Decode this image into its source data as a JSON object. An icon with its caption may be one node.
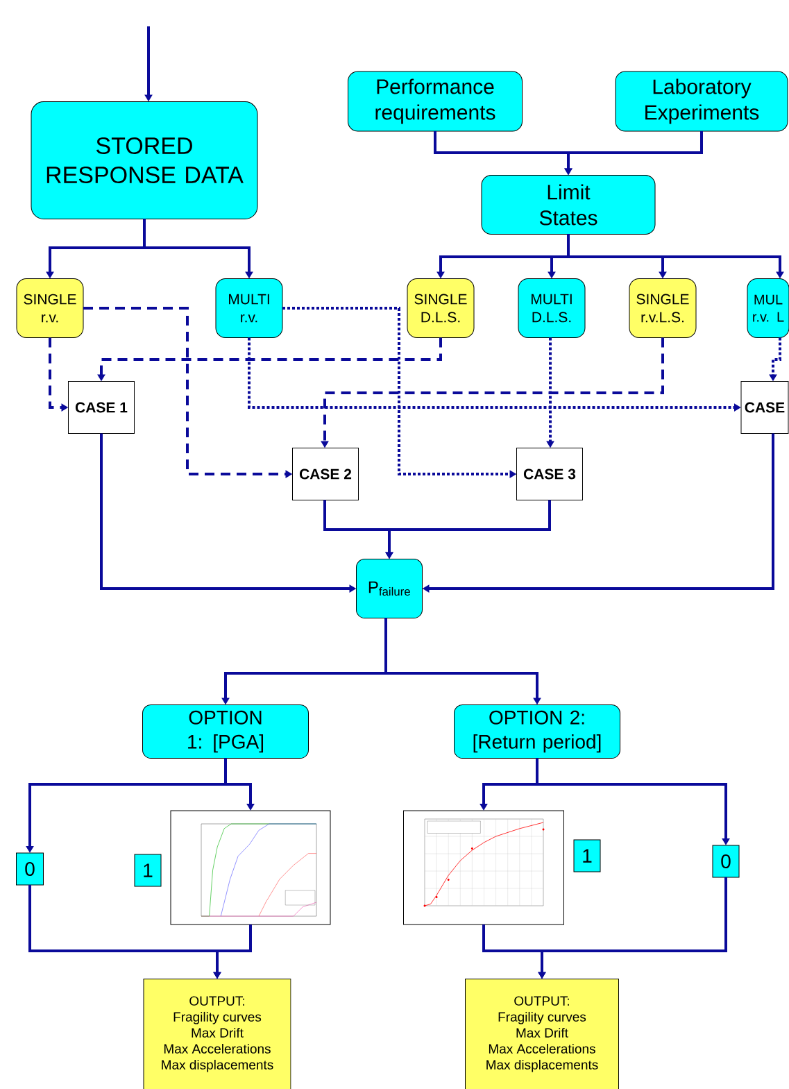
{
  "diagram": {
    "nodes": [
      {
        "text": [
          "STORED RESPONSE DATA"
        ]
      },
      {
        "text": [
          "Performance requirements"
        ]
      },
      {
        "text": [
          "Laboratory Experiments"
        ]
      },
      {
        "text": [
          "Limit States"
        ]
      },
      {
        "text": [
          "SINGLE r.v."
        ]
      },
      {
        "text": [
          "MULTI r.v."
        ]
      },
      {
        "text": [
          "SINGLE D.L.S."
        ]
      },
      {
        "text": [
          "MULTI D.L.S."
        ]
      },
      {
        "text": [
          "SINGLE r.v.L.S."
        ]
      },
      {
        "text": [
          "MUL r.v. L"
        ]
      },
      {
        "text": [
          "CASE 1"
        ]
      },
      {
        "text": [
          "CASE 2"
        ]
      },
      {
        "text": [
          "CASE 3"
        ]
      },
      {
        "text": [
          "CASE"
        ]
      },
      {
        "text": [
          "P$_{failure}$"
        ]
      },
      {
        "text": [
          "OPTION 1: [PGA]"
        ]
      },
      {
        "text": [
          "OPTION 2: [Return period]"
        ]
      },
      {
        "text": [
          "0"
        ]
      },
      {
        "text": [],
        "shape": "picture"
      },
      {
        "text": [
          "1"
        ]
      },
      {
        "text": [],
        "shape": "picture"
      },
      {
        "text": [
          "1"
        ]
      },
      {
        "text": [
          "0"
        ]
      },
      {
        "text": [
          "OUTPUT:",
          "Fragility curves",
          "Max Drift",
          "Max Accelerations",
          "Max displacements"
        ]
      },
      {
        "text": [
          "OUTPUT:",
          "Fragility curves",
          "Max Drift",
          "Max Accelerations",
          "Max displacements"
        ]
      }
    ],
    "edges": [
      {
        "from": null,
        "to": 0,
        "arrow": "to"
      },
      {
        "from": 1,
        "to": 3,
        "arrow": "to"
      },
      {
        "from": 2,
        "to": 3,
        "arrow": "to"
      },
      {
        "from": 0,
        "to": 4,
        "arrow": "to"
      },
      {
        "from": 0,
        "to": 5,
        "arrow": "to"
      },
      {
        "from": 3,
        "to": 6,
        "arrow": "to"
      },
      {
        "from": 3,
        "to": 7,
        "arrow": "to"
      },
      {
        "from": 3,
        "to": 8,
        "arrow": "to"
      },
      {
        "from": 3,
        "to": 9,
        "arrow": "to"
      },
      {
        "from": 4,
        "to": 10,
        "arrow": "to",
        "style": "dashed"
      },
      {
        "from": 4,
        "to": 11,
        "arrow": "to",
        "style": "dashed"
      },
      {
        "from": 6,
        "to": 10,
        "arrow": "to",
        "style": "dashed"
      },
      {
        "from": 8,
        "to": 11,
        "arrow": "to",
        "style": "dashed"
      },
      {
        "from": 5,
        "to": 12,
        "arrow": "to",
        "style": "dashed"
      },
      {
        "from": 5,
        "to": 13,
        "arrow": "to",
        "style": "dashed"
      },
      {
        "from": 7,
        "to": 12,
        "arrow": "to",
        "style": "dashed"
      },
      {
        "from": 9,
        "to": 13,
        "arrow": "to",
        "style": "dashed"
      },
      {
        "from": 10,
        "to": 14,
        "arrow": "to"
      },
      {
        "from": 11,
        "to": 14,
        "arrow": "to"
      },
      {
        "from": 12,
        "to": 14,
        "arrow": "to"
      },
      {
        "from": 13,
        "to": 14,
        "arrow": "to"
      },
      {
        "from": 14,
        "to": 15,
        "arrow": "to"
      },
      {
        "from": 14,
        "to": 16,
        "arrow": "to"
      },
      {
        "from": 15,
        "to": 17,
        "arrow": "to"
      },
      {
        "from": 15,
        "to": 18,
        "arrow": "to"
      },
      {
        "from": 17,
        "to": 23,
        "arrow": "to"
      },
      {
        "from": 18,
        "to": 23,
        "arrow": "to"
      },
      {
        "from": 16,
        "to": 20,
        "arrow": "to"
      },
      {
        "from": 16,
        "to": 22,
        "arrow": "to"
      },
      {
        "from": 20,
        "to": 24,
        "arrow": "to"
      },
      {
        "from": 22,
        "to": 24,
        "arrow": "to"
      }
    ]
  }
}
